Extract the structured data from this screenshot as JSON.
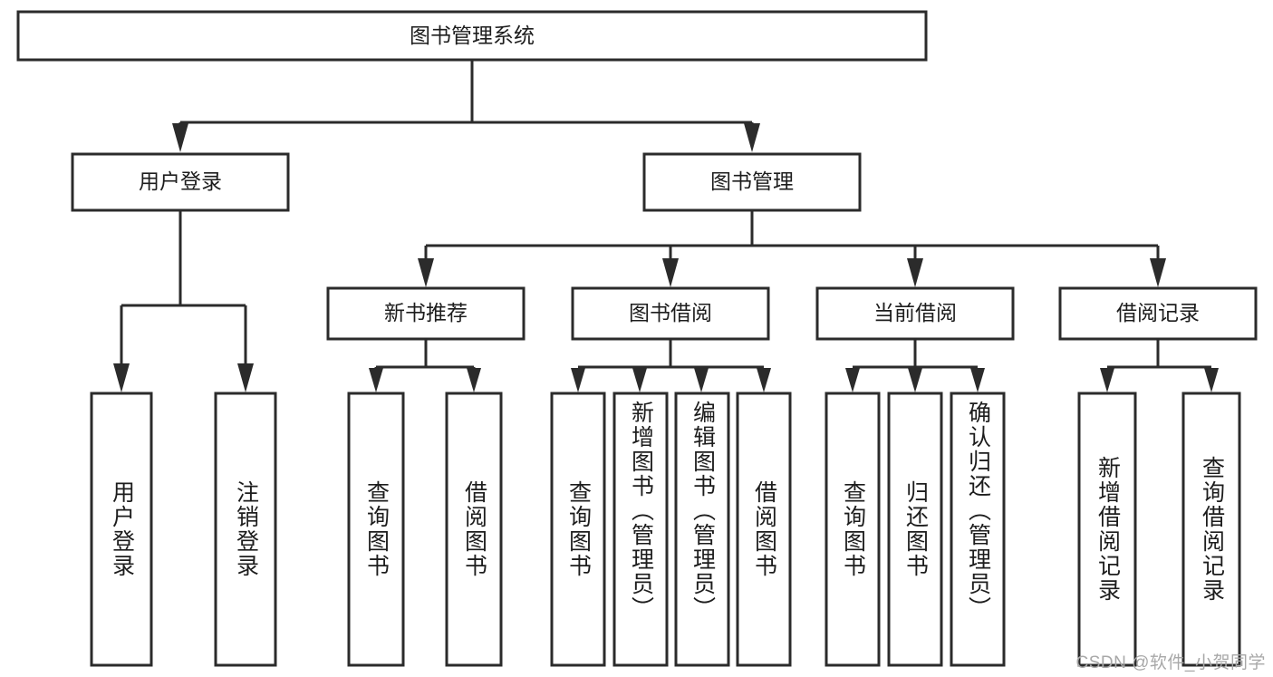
{
  "diagram": {
    "type": "tree-hierarchy-flowchart",
    "title": "图书管理系统",
    "watermark": "CSDN @软件_小贺同学",
    "colors": {
      "stroke": "#2b2b2b",
      "fill": "#ffffff",
      "text": "#1d1d1d",
      "watermark": "#a8a8a8",
      "background": "#ffffff"
    },
    "levels": {
      "root": {
        "label": "图书管理系统",
        "orientation": "horizontal"
      },
      "level2": [
        {
          "label": "用户登录",
          "orientation": "horizontal"
        },
        {
          "label": "图书管理",
          "orientation": "horizontal"
        }
      ],
      "level3": [
        {
          "label": "新书推荐",
          "orientation": "horizontal"
        },
        {
          "label": "图书借阅",
          "orientation": "horizontal"
        },
        {
          "label": "当前借阅",
          "orientation": "horizontal"
        },
        {
          "label": "借阅记录",
          "orientation": "horizontal"
        }
      ],
      "leaves": [
        {
          "label": "用户登录",
          "parent": "用户登录",
          "orientation": "vertical"
        },
        {
          "label": "注销登录",
          "parent": "用户登录",
          "orientation": "vertical"
        },
        {
          "label": "查询图书",
          "parent": "新书推荐",
          "orientation": "vertical"
        },
        {
          "label": "借阅图书",
          "parent": "新书推荐",
          "orientation": "vertical"
        },
        {
          "label": "查询图书",
          "parent": "图书借阅",
          "orientation": "vertical"
        },
        {
          "label": "新增图书（管理员）",
          "parent": "图书借阅",
          "orientation": "vertical"
        },
        {
          "label": "编辑图书（管理员）",
          "parent": "图书借阅",
          "orientation": "vertical"
        },
        {
          "label": "借阅图书",
          "parent": "图书借阅",
          "orientation": "vertical"
        },
        {
          "label": "查询图书",
          "parent": "当前借阅",
          "orientation": "vertical"
        },
        {
          "label": "归还图书",
          "parent": "当前借阅",
          "orientation": "vertical"
        },
        {
          "label": "确认归还（管理员）",
          "parent": "当前借阅",
          "orientation": "vertical"
        },
        {
          "label": "新增借阅记录",
          "parent": "借阅记录",
          "orientation": "vertical"
        },
        {
          "label": "查询借阅记录",
          "parent": "借阅记录",
          "orientation": "vertical"
        }
      ]
    }
  }
}
